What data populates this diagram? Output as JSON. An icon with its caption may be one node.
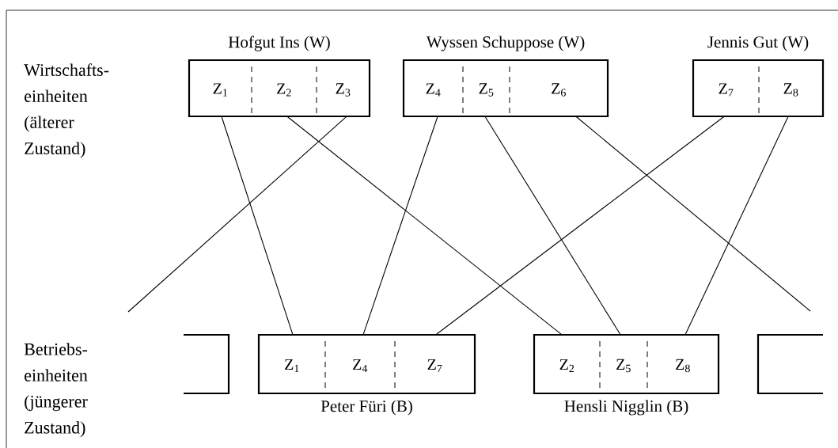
{
  "diagram": {
    "nodes": [
      {
        "text": [
          "Hofgut Ins (W)"
        ]
      },
      {
        "text": [
          "Z$_{1}$"
        ],
        "in": 0
      },
      {
        "text": [
          "Z$_{2}$"
        ],
        "in": 0
      },
      {
        "text": [
          "Z$_{3}$"
        ],
        "in": 0
      },
      {
        "text": [
          "Wyssen Schuppose (W)"
        ]
      },
      {
        "text": [
          "Z$_{4}$"
        ],
        "in": 4
      },
      {
        "text": [
          "Z$_{5}$"
        ],
        "in": 4
      },
      {
        "text": [
          "Z$_{6}$"
        ],
        "in": 4
      },
      {
        "text": [
          "Jennis Gut (W)"
        ]
      },
      {
        "text": [
          "Z$_{7}$"
        ],
        "in": 8
      },
      {
        "text": [
          "Z$_{8}$"
        ],
        "in": 8
      },
      {
        "text": [],
        "shape": "box"
      },
      {
        "text": [
          "Peter Füri (B)"
        ]
      },
      {
        "text": [
          "Z$_{1}$"
        ],
        "in": 12
      },
      {
        "text": [
          "Z$_{4}$"
        ],
        "in": 12
      },
      {
        "text": [
          "Z$_{7}$"
        ],
        "in": 12
      },
      {
        "text": [
          "Hensli Nigglin (B)"
        ]
      },
      {
        "text": [
          "Z$_{2}$"
        ],
        "in": 16
      },
      {
        "text": [
          "Z$_{5}$"
        ],
        "in": 16
      },
      {
        "text": [
          "Z$_{8}$"
        ],
        "in": 16
      },
      {
        "text": [],
        "shape": "box"
      }
    ],
    "edges": [
      {
        "from": 1,
        "to": 13,
        "arrow": "none"
      },
      {
        "from": 2,
        "to": 17,
        "arrow": "none"
      },
      {
        "from": 3,
        "to": null,
        "arrow": "none"
      },
      {
        "from": 5,
        "to": 14,
        "arrow": "none"
      },
      {
        "from": 6,
        "to": 18,
        "arrow": "none"
      },
      {
        "from": 7,
        "to": null,
        "arrow": "none"
      },
      {
        "from": 9,
        "to": 15,
        "arrow": "none"
      },
      {
        "from": 10,
        "to": 19,
        "arrow": "none"
      }
    ],
    "labels": [
      "Wirtschafts- einheiten (älterer Zustand)",
      "Betriebs- einheiten (jüngerer Zustand)"
    ]
  }
}
